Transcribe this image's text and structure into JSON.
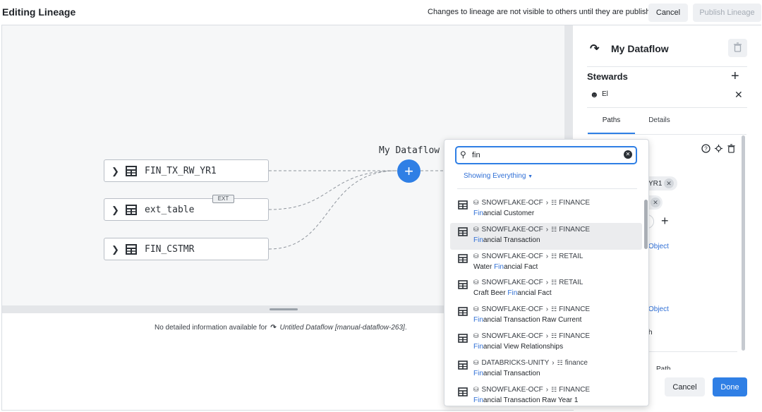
{
  "header": {
    "title": "Editing Lineage",
    "notice": "Changes to lineage are not visible to others until they are published",
    "cancel_label": "Cancel",
    "publish_label": "Publish Lineage"
  },
  "canvas": {
    "nodes": [
      {
        "name": "FIN_TX_RW_YR1"
      },
      {
        "name": "ext_table",
        "badge": "EXT"
      },
      {
        "name": "FIN_CSTMR"
      }
    ],
    "dataflow_label": "My Dataflow",
    "add_label": "+",
    "bottom_message": {
      "prefix": "No detailed information available for",
      "name": "Untitled Dataflow [manual-dataflow-263]",
      "suffix": "."
    }
  },
  "panel": {
    "title": "My Dataflow",
    "stewards_label": "Stewards",
    "steward_name": "El",
    "tabs": [
      "Paths",
      "Details"
    ],
    "fragments": {
      "chip1": "YR1",
      "link1": "Object",
      "link2": "Object",
      "text1": "h",
      "text2": "Path"
    },
    "cancel_label": "Cancel",
    "done_label": "Done"
  },
  "search": {
    "value": "fin",
    "filter_label": "Showing Everything",
    "results": [
      {
        "source": "SNOWFLAKE-OCF",
        "schema": "FINANCE",
        "match": "Fin",
        "rest": "ancial Customer",
        "pre": ""
      },
      {
        "source": "SNOWFLAKE-OCF",
        "schema": "FINANCE",
        "match": "Fin",
        "rest": "ancial Transaction",
        "pre": "",
        "selected": true
      },
      {
        "source": "SNOWFLAKE-OCF",
        "schema": "RETAIL",
        "pre": "Water ",
        "match": "Fin",
        "rest": "ancial Fact"
      },
      {
        "source": "SNOWFLAKE-OCF",
        "schema": "RETAIL",
        "pre": "Craft Beer ",
        "match": "Fin",
        "rest": "ancial Fact"
      },
      {
        "source": "SNOWFLAKE-OCF",
        "schema": "FINANCE",
        "pre": "",
        "match": "Fin",
        "rest": "ancial Transaction Raw Current"
      },
      {
        "source": "SNOWFLAKE-OCF",
        "schema": "FINANCE",
        "pre": "",
        "match": "Fin",
        "rest": "ancial View Relationships"
      },
      {
        "source": "DATABRICKS-UNITY",
        "schema": "finance",
        "pre": "",
        "match": "Fin",
        "rest": "ancial Transaction"
      },
      {
        "source": "SNOWFLAKE-OCF",
        "schema": "FINANCE",
        "pre": "",
        "match": "Fin",
        "rest": "ancial Transaction Raw Year 1"
      }
    ]
  },
  "colors": {
    "accent": "#2f7fe5",
    "highlight": "#2f6fd6",
    "canvas_bg": "#f6f7f8"
  },
  "icons": [
    "table-icon",
    "chevron-right-icon",
    "search-icon",
    "clear-icon",
    "database-icon",
    "schema-icon",
    "dataflow-icon",
    "trash-icon",
    "user-icon",
    "plus-icon",
    "close-icon",
    "help-icon",
    "move-icon"
  ]
}
